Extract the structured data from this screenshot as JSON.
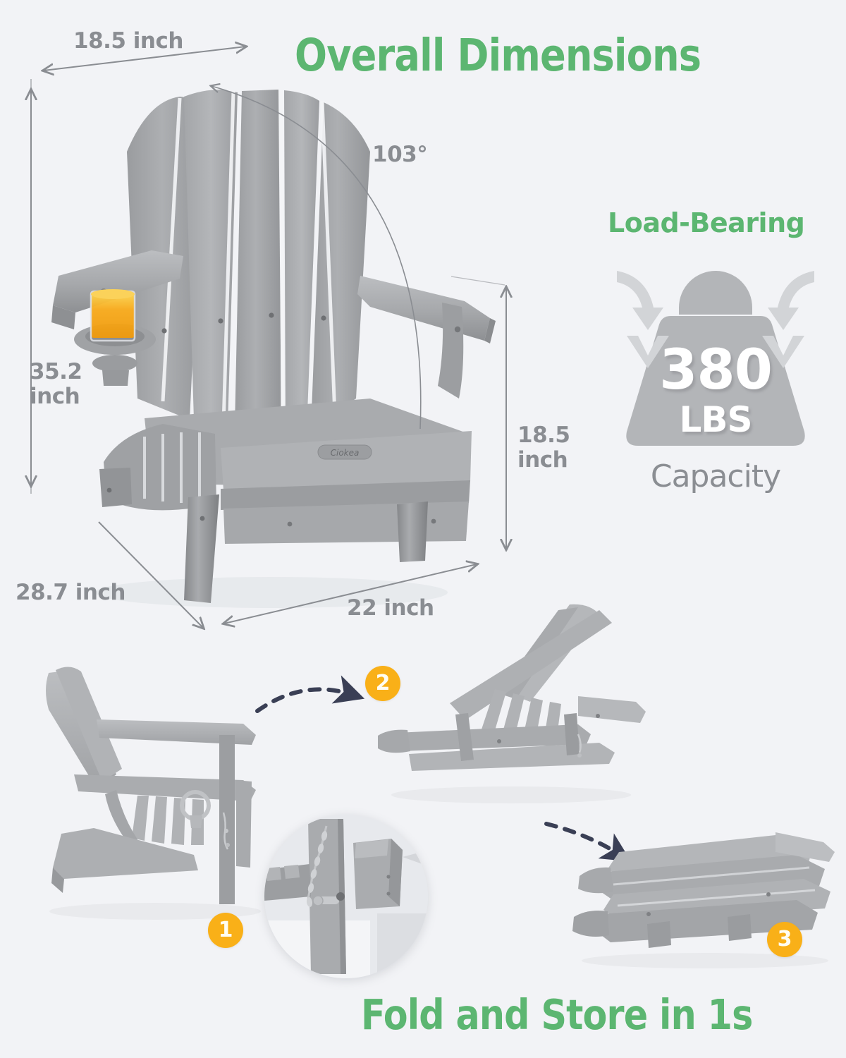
{
  "page": {
    "background_color": "#f2f3f6",
    "accent_green": "#5cb671",
    "label_gray": "#8a8d92",
    "badge_orange": "#f9b018",
    "arrow_navy": "#3a3f55",
    "chair_gray": "#a2a4a7",
    "juice_orange": "#f5a623"
  },
  "headings": {
    "overall_dimensions": "Overall Dimensions",
    "fold_and_store": "Fold and Store in 1s",
    "load_bearing": "Load-Bearing"
  },
  "dimensions": {
    "top_width": "18.5 inch",
    "total_height_line1": "35.2",
    "total_height_line2": "inch",
    "back_angle": "103°",
    "seat_height_line1": "18.5",
    "seat_height_line2": "inch",
    "depth": "28.7 inch",
    "width": "22 inch"
  },
  "load_bearing": {
    "title": "Load-Bearing",
    "weight_number": "380",
    "weight_unit": "LBS",
    "capacity_label": "Capacity",
    "icon_name": "weight-block-icon",
    "arrows": "two downward pressure arrows"
  },
  "fold_steps": [
    {
      "badge": "1",
      "name": "step-1-unlock-pin"
    },
    {
      "badge": "2",
      "name": "step-2-fold-back"
    },
    {
      "badge": "3",
      "name": "step-3-folded-flat"
    }
  ],
  "product": {
    "brand_badge": "Ciokea",
    "chair_type": "folding adirondack chair",
    "cup_holder_contents": "orange juice glass"
  },
  "icons": {
    "dashed_arrow_1": "dashed-curved-arrow-icon",
    "dashed_arrow_2": "dashed-curved-arrow-icon",
    "detail_inset": "magnified-lock-pin-detail",
    "dimension_arrow": "double-headed-dimension-arrow-icon"
  }
}
